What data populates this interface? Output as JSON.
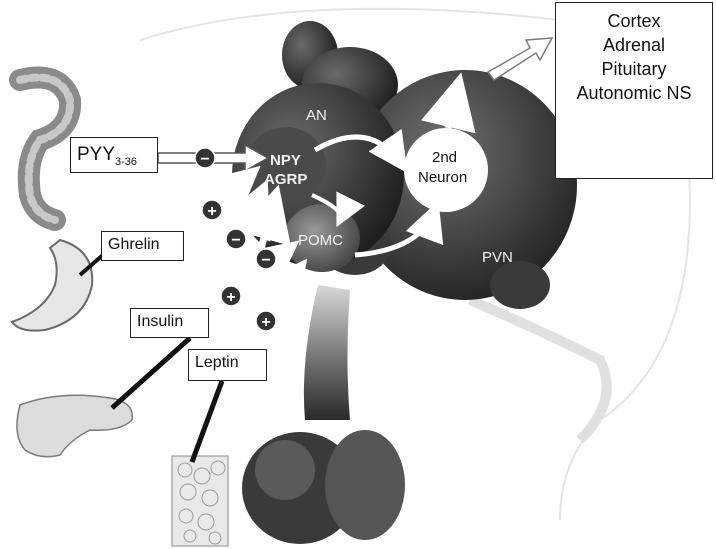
{
  "diagram": {
    "labels": {
      "an": "AN",
      "npy": "NPY",
      "agrp": "AGRP",
      "pomc": "POMC",
      "second_neuron_line1": "2nd",
      "second_neuron_line2": "Neuron",
      "pvn": "PVN"
    },
    "inputs": {
      "pyy_main": "PYY",
      "pyy_sub": "3-36",
      "ghrelin": "Ghrelin",
      "insulin": "Insulin",
      "leptin": "Leptin"
    },
    "signs": {
      "plus": "+",
      "minus": "−"
    },
    "targets": [
      "Cortex",
      "Adrenal",
      "Pituitary",
      "Autonomic NS"
    ]
  },
  "colors": {
    "brain_dark": "#2e2e2e",
    "brain_mid": "#5a5a5a",
    "neuron_white": "#ffffff",
    "box_border": "#222222"
  }
}
